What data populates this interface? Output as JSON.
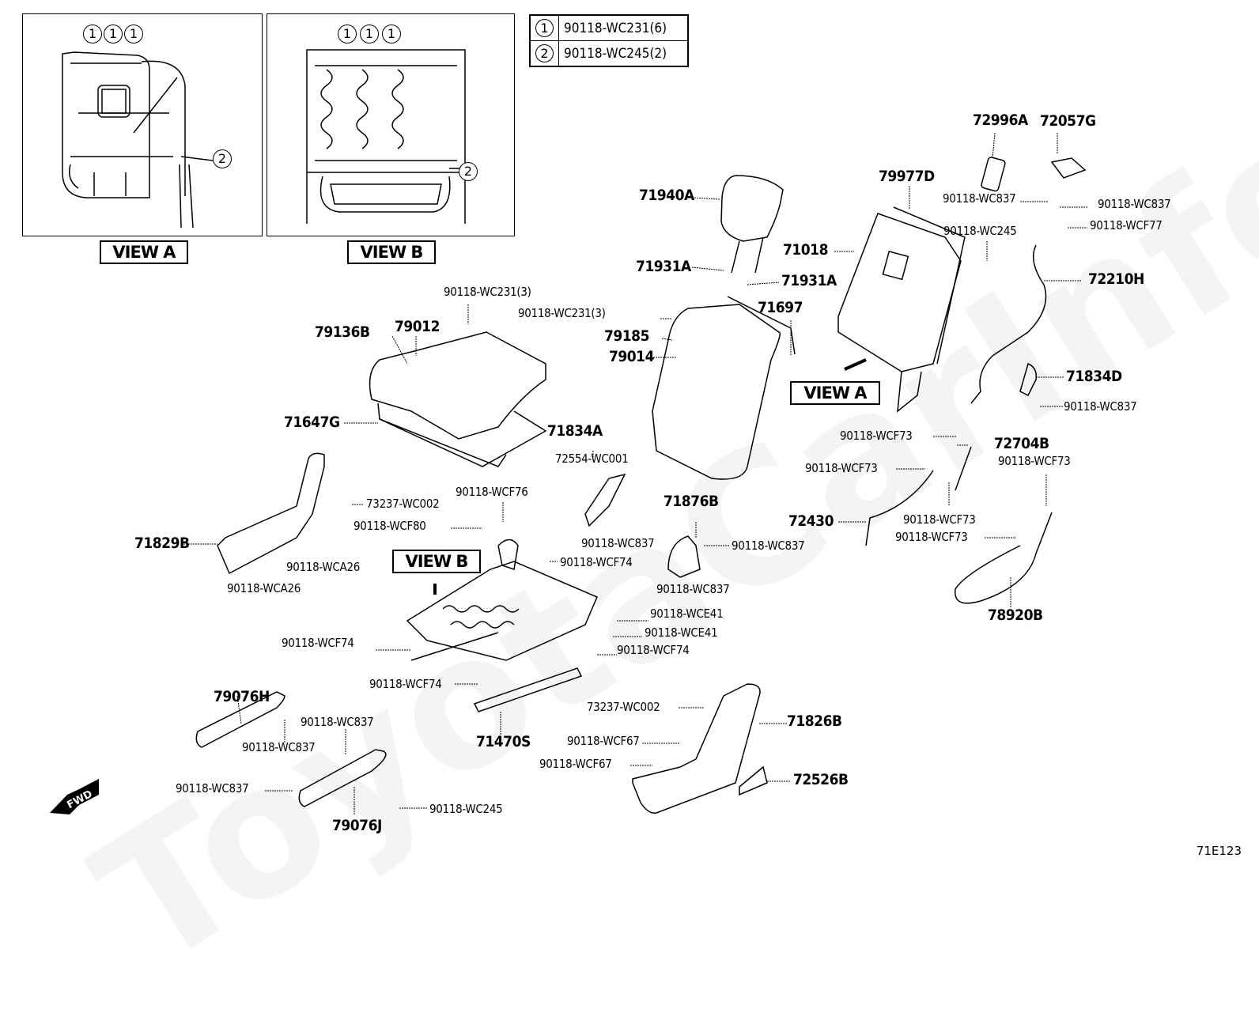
{
  "diagram": {
    "type": "exploded-parts-diagram",
    "subject": "Rear seat assembly",
    "diagram_code": "71E123",
    "watermark": "ToyotaCarInfo",
    "fwd_indicator": "FWD",
    "views": [
      {
        "id": "A",
        "label": "VIEW A",
        "callouts": [
          "1",
          "1",
          "1",
          "2"
        ]
      },
      {
        "id": "B",
        "label": "VIEW B",
        "callouts": [
          "1",
          "1",
          "1",
          "2"
        ]
      }
    ],
    "reference_table": [
      {
        "ref": "1",
        "part": "90118-WC231(6)"
      },
      {
        "ref": "2",
        "part": "90118-WC245(2)"
      }
    ],
    "inline_view_tags": {
      "view_a": "VIEW A",
      "view_b": "VIEW B"
    },
    "parts": {
      "p72996A": "72996A",
      "p72057G": "72057G",
      "p79977D": "79977D",
      "p90118WC837_a": "90118-WC837",
      "p90118WC837_b": "90118-WC837",
      "p90118WCF77": "90118-WCF77",
      "p90118WC245_a": "90118-WC245",
      "p71940A": "71940A",
      "p71018": "71018",
      "p72210H": "72210H",
      "p71931A_a": "71931A",
      "p71931A_b": "71931A",
      "p90118WC231_a": "90118-WC231(3)",
      "p90118WC231_b": "90118-WC231(3)",
      "p71697": "71697",
      "p79136B": "79136B",
      "p79012": "79012",
      "p79185": "79185",
      "p79014": "79014",
      "p71834D": "71834D",
      "p90118WC837_c": "90118-WC837",
      "p71647G": "71647G",
      "p71834A": "71834A",
      "p72554WC001": "72554-WC001",
      "p90118WCF73_a": "90118-WCF73",
      "p72704B": "72704B",
      "p90118WCF73_b": "90118-WCF73",
      "p90118WCF73_c": "90118-WCF73",
      "p73237WC002_a": "73237-WC002",
      "p90118WCF76": "90118-WCF76",
      "p71876B": "71876B",
      "p90118WCF80": "90118-WCF80",
      "p72430": "72430",
      "p90118WCF73_d": "90118-WCF73",
      "p71829B": "71829B",
      "p90118WC837_d": "90118-WC837",
      "p90118WC837_e": "90118-WC837",
      "p90118WCF73_e": "90118-WCF73",
      "p90118WCA26_a": "90118-WCA26",
      "p90118WCF74_a": "90118-WCF74",
      "p90118WCA26_b": "90118-WCA26",
      "p90118WC837_f": "90118-WC837",
      "p90118WCE41_a": "90118-WCE41",
      "p90118WCE41_b": "90118-WCE41",
      "p78920B": "78920B",
      "p90118WCF74_b": "90118-WCF74",
      "p90118WCF74_c": "90118-WCF74",
      "p90118WCF74_d": "90118-WCF74",
      "p79076H": "79076H",
      "p90118WC837_g": "90118-WC837",
      "p71470S": "71470S",
      "p73237WC002_b": "73237-WC002",
      "p71826B": "71826B",
      "p90118WC837_h": "90118-WC837",
      "p90118WCF67_a": "90118-WCF67",
      "p90118WCF67_b": "90118-WCF67",
      "p90118WC837_i": "90118-WC837",
      "p72526B": "72526B",
      "p90118WC245_b": "90118-WC245",
      "p79076J": "79076J"
    }
  }
}
